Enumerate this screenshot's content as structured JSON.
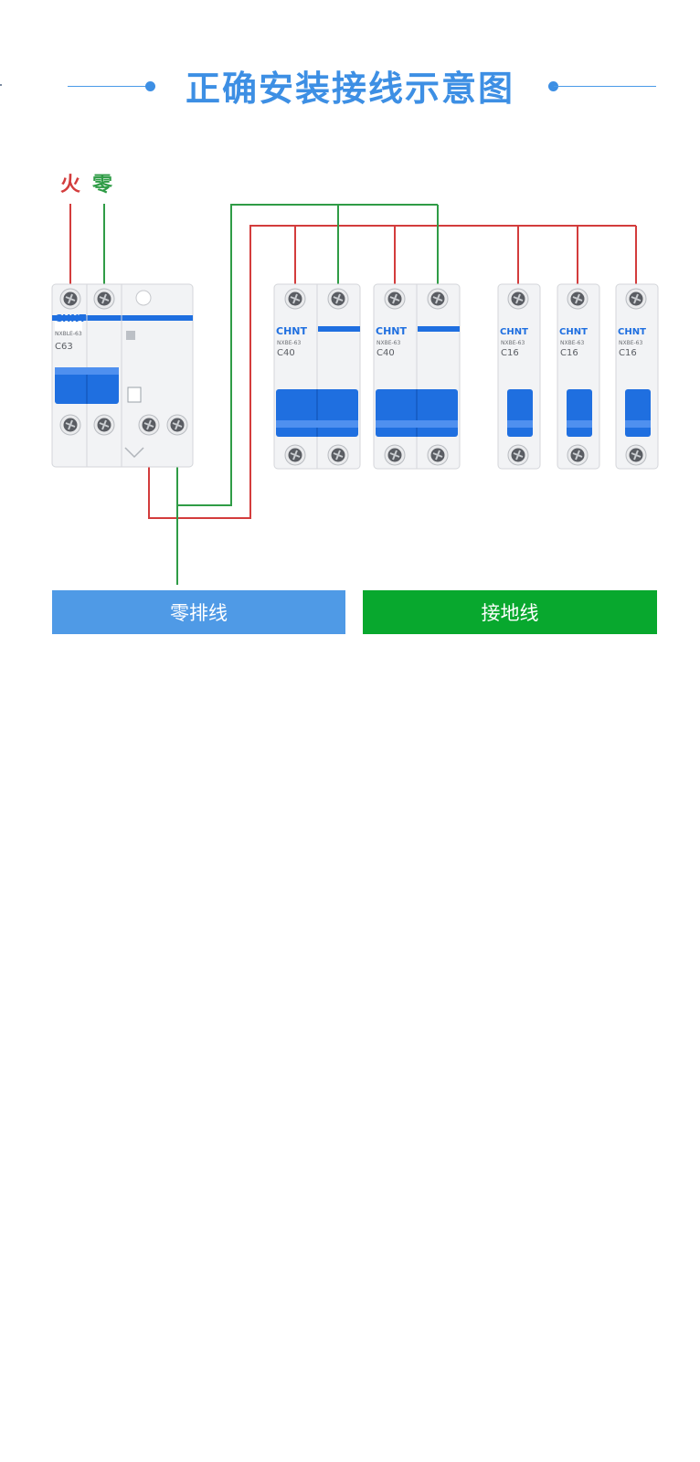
{
  "title": "正确安装接线示意图",
  "labels": {
    "fire": "火",
    "zero": "零"
  },
  "colors": {
    "title": "#3d8fe4",
    "live_wire": "#d33c3c",
    "neutral_wire": "#2f9c46",
    "neutral_bar": "#4f9ae6",
    "ground_bar": "#08a82e",
    "breaker_handle": "#1f6fe0"
  },
  "brand": "CHNT",
  "breakers": {
    "main": {
      "model": "NXBLE-63",
      "rating": "C63"
    },
    "double_1": {
      "model": "NXBE-63",
      "rating": "C40"
    },
    "double_2": {
      "model": "NXBE-63",
      "rating": "C40"
    },
    "single_1": {
      "model": "NXBE-63",
      "rating": "C16"
    },
    "single_2": {
      "model": "NXBE-63",
      "rating": "C16"
    },
    "single_3": {
      "model": "NXBE-63",
      "rating": "C16"
    }
  },
  "bars": {
    "neutral": "零排线",
    "ground": "接地线"
  }
}
